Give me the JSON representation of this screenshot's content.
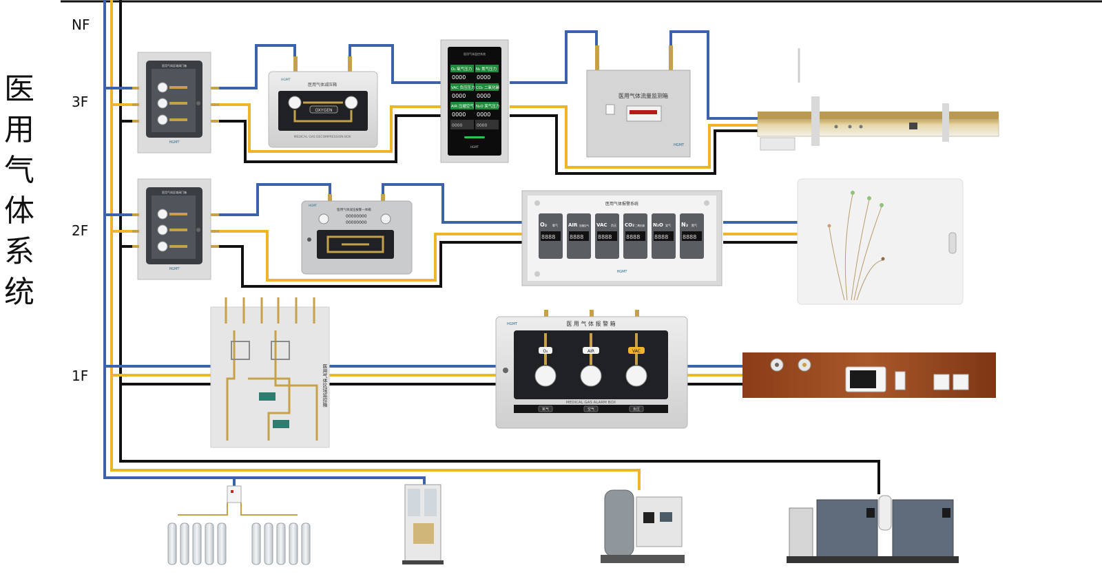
{
  "title_chars": [
    "医",
    "用",
    "气",
    "体",
    "系",
    "统"
  ],
  "floors": {
    "nf": "NF",
    "f3": "3F",
    "f2": "2F",
    "f1": "1F"
  },
  "colors": {
    "blue": "#3b62ab",
    "yellow": "#f0b42a",
    "black": "#111111",
    "panel": "#e3e3e3"
  },
  "devices": {
    "area_valve_box": {
      "title": "医用气体区域阀门箱",
      "brand": "HGMT"
    },
    "decompression_box": {
      "title": "医用气体减压箱",
      "en": "MEDICAL GAS DECOMPRESSION BOX",
      "badge": "OXYGEN",
      "brand": "HGMT"
    },
    "touch_monitor": {
      "header": "医用气体监控系统",
      "cells": [
        {
          "label": "O₂ 氧气压力",
          "value": "0000"
        },
        {
          "label": "N₂ 氮气压力",
          "value": "0000"
        },
        {
          "label": "VAC 负压压力",
          "value": "0000"
        },
        {
          "label": "CO₂ 二氧化碳",
          "value": "0000"
        },
        {
          "label": "AIR 压缩空气",
          "value": "0000"
        },
        {
          "label": "N₂O 笑气压力",
          "value": "0000"
        },
        {
          "label": "",
          "value": "0000"
        },
        {
          "label": "",
          "value": "0000"
        }
      ],
      "brand": "HGMT"
    },
    "flow_monitor_box": {
      "title": "医用气体流量监测箱",
      "brand": "HGMT"
    },
    "decompression_alarm_box": {
      "title": "医用气体减压报警一体箱",
      "readout_a": "00000000",
      "readout_b": "00000000",
      "brand": "HGMT"
    },
    "alarm_system": {
      "title": "医用气体报警系统",
      "gases": [
        {
          "sym": "O₂",
          "name": "氧气",
          "value": "8888"
        },
        {
          "sym": "AIR",
          "name": "压缩空气",
          "value": "8888"
        },
        {
          "sym": "VAC",
          "name": "负压",
          "value": "8888"
        },
        {
          "sym": "CO₂",
          "name": "二氧化碳",
          "value": "8888"
        },
        {
          "sym": "N₂O",
          "name": "笑气",
          "value": "8888"
        },
        {
          "sym": "N₂",
          "name": "氮气",
          "value": "8888"
        }
      ],
      "brand": "HGMT"
    },
    "area_monitor_box": {
      "title": "医用气体区域监控箱"
    },
    "alarm_box_1f": {
      "title": "医 用 气 体 报 警 箱",
      "en": "MEDICAL GAS ALARM BOX",
      "gases": [
        "O₂",
        "AIR",
        "VAC"
      ],
      "buttons": [
        "氧气",
        "空气",
        "负压"
      ],
      "brand": "HGMT"
    }
  }
}
